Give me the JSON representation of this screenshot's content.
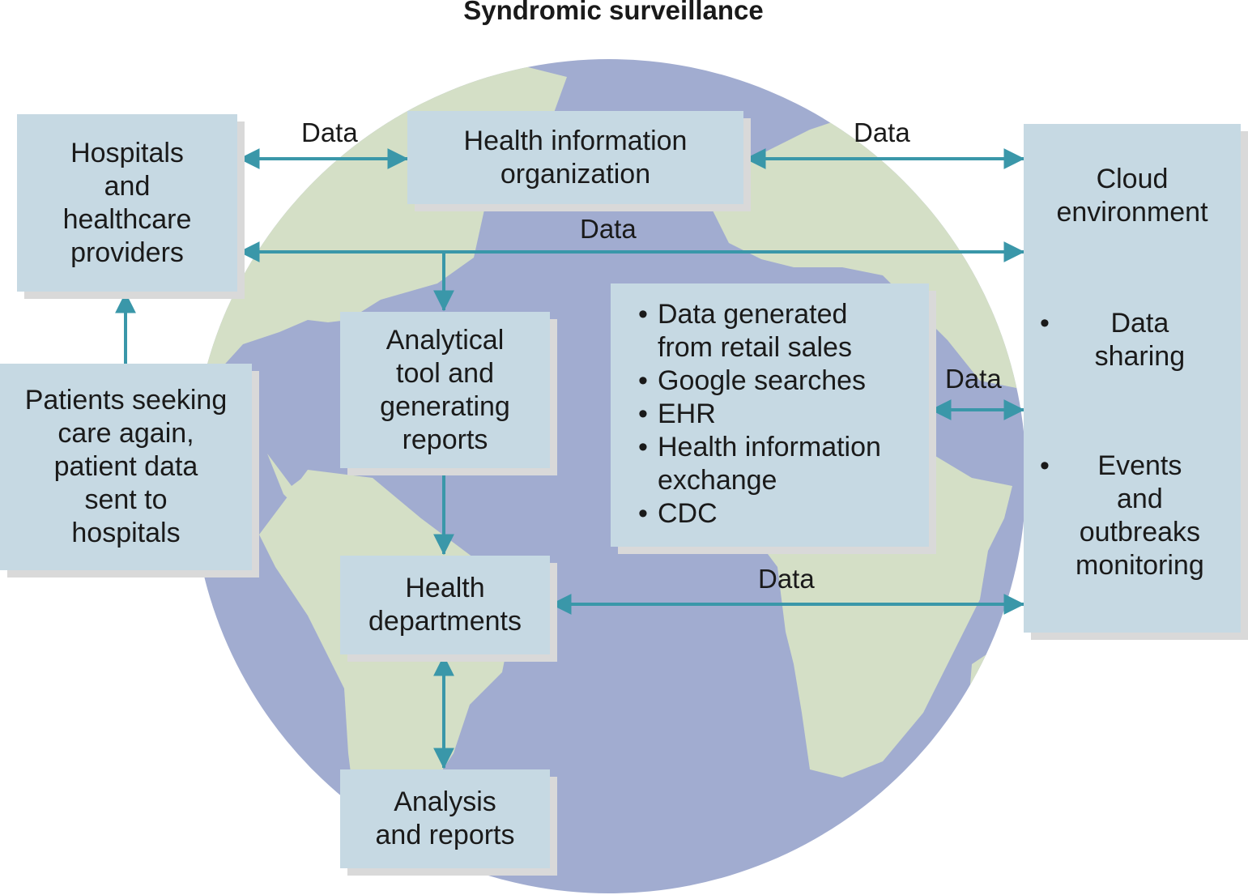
{
  "title": "Syndromic surveillance",
  "colors": {
    "box": "#c6d9e3",
    "shadow": "#d9d9d9",
    "arrow": "#3a97a9",
    "ocean": "#a1acd0",
    "land": "#d4dfc6"
  },
  "nodes": {
    "hospitals": "Hospitals\nand\nhealthcare\nproviders",
    "hio": "Health information\norganization",
    "cloud": {
      "title": "Cloud\nenvironment",
      "items": [
        "Data\nsharing",
        "Events\nand\noutbreaks\nmonitoring"
      ]
    },
    "analytical": "Analytical\ntool and\ngenerating\nreports",
    "sources": [
      "Data generated\nfrom retail sales",
      "Google searches",
      "EHR",
      "Health information\nexchange",
      "CDC"
    ],
    "patients": "Patients seeking\ncare again,\npatient data\nsent to\nhospitals",
    "health_departments": "Health\ndepartments",
    "analysis_reports": "Analysis\nand reports"
  },
  "edges": [
    {
      "id": "hospitals-hio",
      "label": "Data"
    },
    {
      "id": "hio-cloud",
      "label": "Data"
    },
    {
      "id": "hospitals-cloud",
      "label": "Data"
    },
    {
      "id": "sources-cloud",
      "label": "Data"
    },
    {
      "id": "departments-cloud",
      "label": "Data"
    }
  ]
}
